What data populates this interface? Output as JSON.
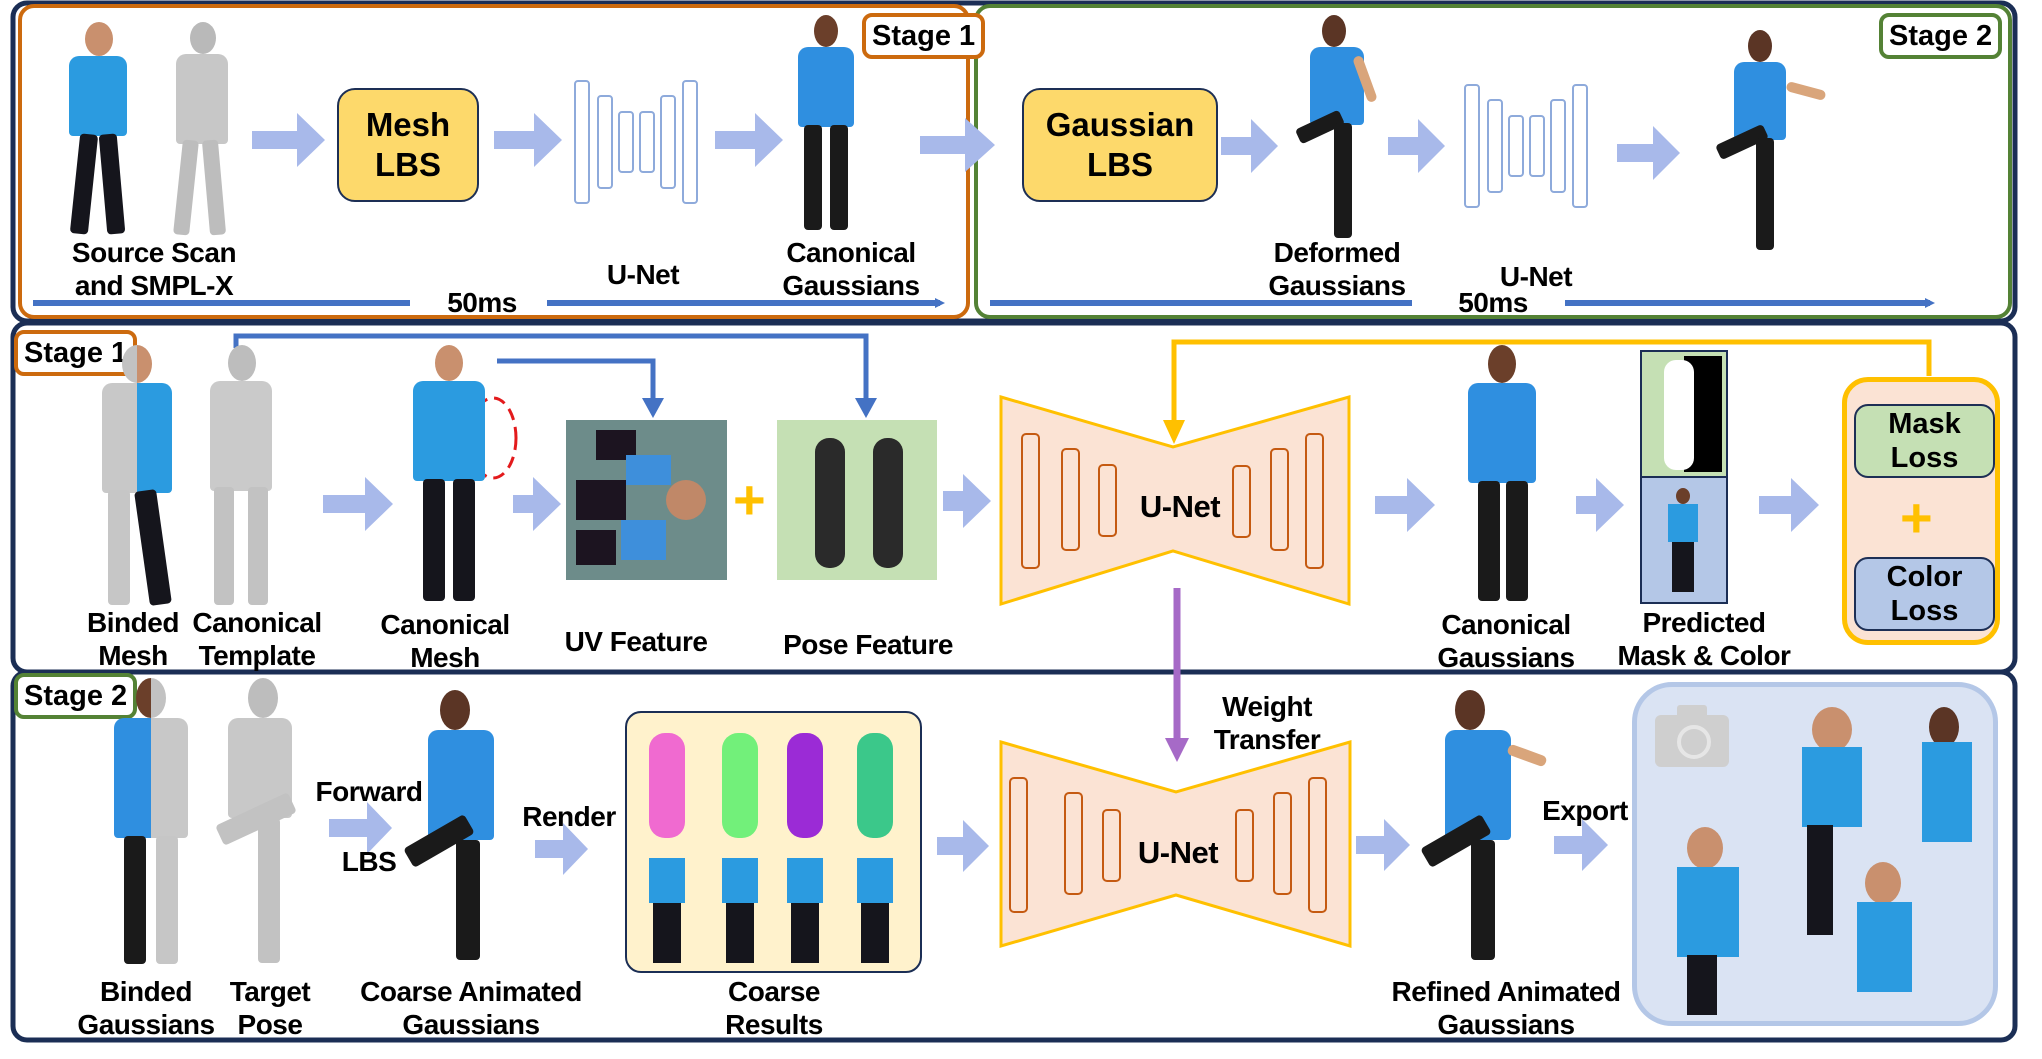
{
  "top_row": {
    "stage1": {
      "tag": "Stage 1",
      "source_label_line1": "Source Scan",
      "source_label_line2": "and SMPL-X",
      "mesh_lbs_line1": "Mesh",
      "mesh_lbs_line2": "LBS",
      "unet_label": "U-Net",
      "canonical_line1": "Canonical",
      "canonical_line2": "Gaussians",
      "timing": "50ms"
    },
    "stage2": {
      "tag": "Stage 2",
      "gaussian_lbs_line1": "Gaussian",
      "gaussian_lbs_line2": "LBS",
      "deformed_line1": "Deformed",
      "deformed_line2": "Gaussians",
      "unet_label": "U-Net",
      "timing": "50ms"
    }
  },
  "stage1_panel": {
    "tag": "Stage 1",
    "binded_line1": "Binded",
    "binded_line2": "Mesh",
    "template_line1": "Canonical",
    "template_line2": "Template",
    "canonical_mesh_line1": "Canonical",
    "canonical_mesh_line2": "Mesh",
    "uv_feature": "UV Feature",
    "pose_feature": "Pose Feature",
    "plus": "+",
    "unet_label": "U-Net",
    "canonical_gauss_line1": "Canonical",
    "canonical_gauss_line2": "Gaussians",
    "predicted_line1": "Predicted",
    "predicted_line2": "Mask & Color",
    "mask_loss_line1": "Mask",
    "mask_loss_line2": "Loss",
    "loss_plus": "+",
    "color_loss_line1": "Color",
    "color_loss_line2": "Loss"
  },
  "stage2_panel": {
    "tag": "Stage 2",
    "binded_line1": "Binded",
    "binded_line2": "Gaussians",
    "target_line1": "Target",
    "target_line2": "Pose",
    "forward": "Forward",
    "lbs": "LBS",
    "coarse_anim_line1": "Coarse Animated",
    "coarse_anim_line2": "Gaussians",
    "render": "Render",
    "coarse_results_line1": "Coarse",
    "coarse_results_line2": "Results",
    "weight_transfer_line1": "Weight",
    "weight_transfer_line2": "Transfer",
    "unet_label": "U-Net",
    "refined_line1": "Refined Animated",
    "refined_line2": "Gaussians",
    "export": "Export"
  },
  "colors": {
    "frame_navy": "#1b2e55",
    "stage1_orange": "#cc6a0e",
    "stage2_green": "#548235",
    "arrow_fill": "#a8b9ea",
    "timeline_blue": "#4472c4",
    "lbs_box_yellow": "#fdd96b",
    "unet_fill": "#fbe3d4",
    "unet_stroke": "#ffc000",
    "weight_purple": "#a66ac7",
    "mask_green": "#c5e0b4",
    "color_blue": "#b4c7e7",
    "export_panel": "#dae3f3",
    "coarse_panel": "#fff2cc"
  }
}
